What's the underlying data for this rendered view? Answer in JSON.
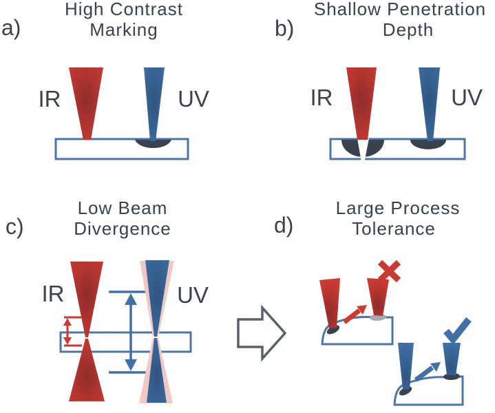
{
  "figure": {
    "description": "Comparison of IR and UV laser marking",
    "colors": {
      "ir_red": "#CA3A31",
      "ir_red_mid": "#B53530",
      "ir_red_dark": "#8D2D2A",
      "uv_blue": "#4070A6",
      "uv_blue_dark": "#2F5580",
      "ir_shadow_pink": "#F0C9C5",
      "mark_dark": "#3A424E",
      "light_mark": "#A7AAB3",
      "substrate_stroke": "#4C74A6",
      "outline_arrow": "#5A606A",
      "text_color": "#3A414D"
    },
    "panels": {
      "a": {
        "letter": "a)",
        "title_line1": "High Contrast",
        "title_line2": "Marking",
        "ir_label": "IR",
        "uv_label": "UV"
      },
      "b": {
        "letter": "b)",
        "title_line1": "Shallow Penetration",
        "title_line2": "Depth",
        "ir_label": "IR",
        "uv_label": "UV"
      },
      "c": {
        "letter": "c)",
        "title_line1": "Low Beam",
        "title_line2": "Divergence",
        "ir_label": "IR",
        "uv_label": "UV"
      },
      "d": {
        "letter": "d)",
        "title_line1": "Large Process",
        "title_line2": "Tolerance"
      }
    }
  }
}
